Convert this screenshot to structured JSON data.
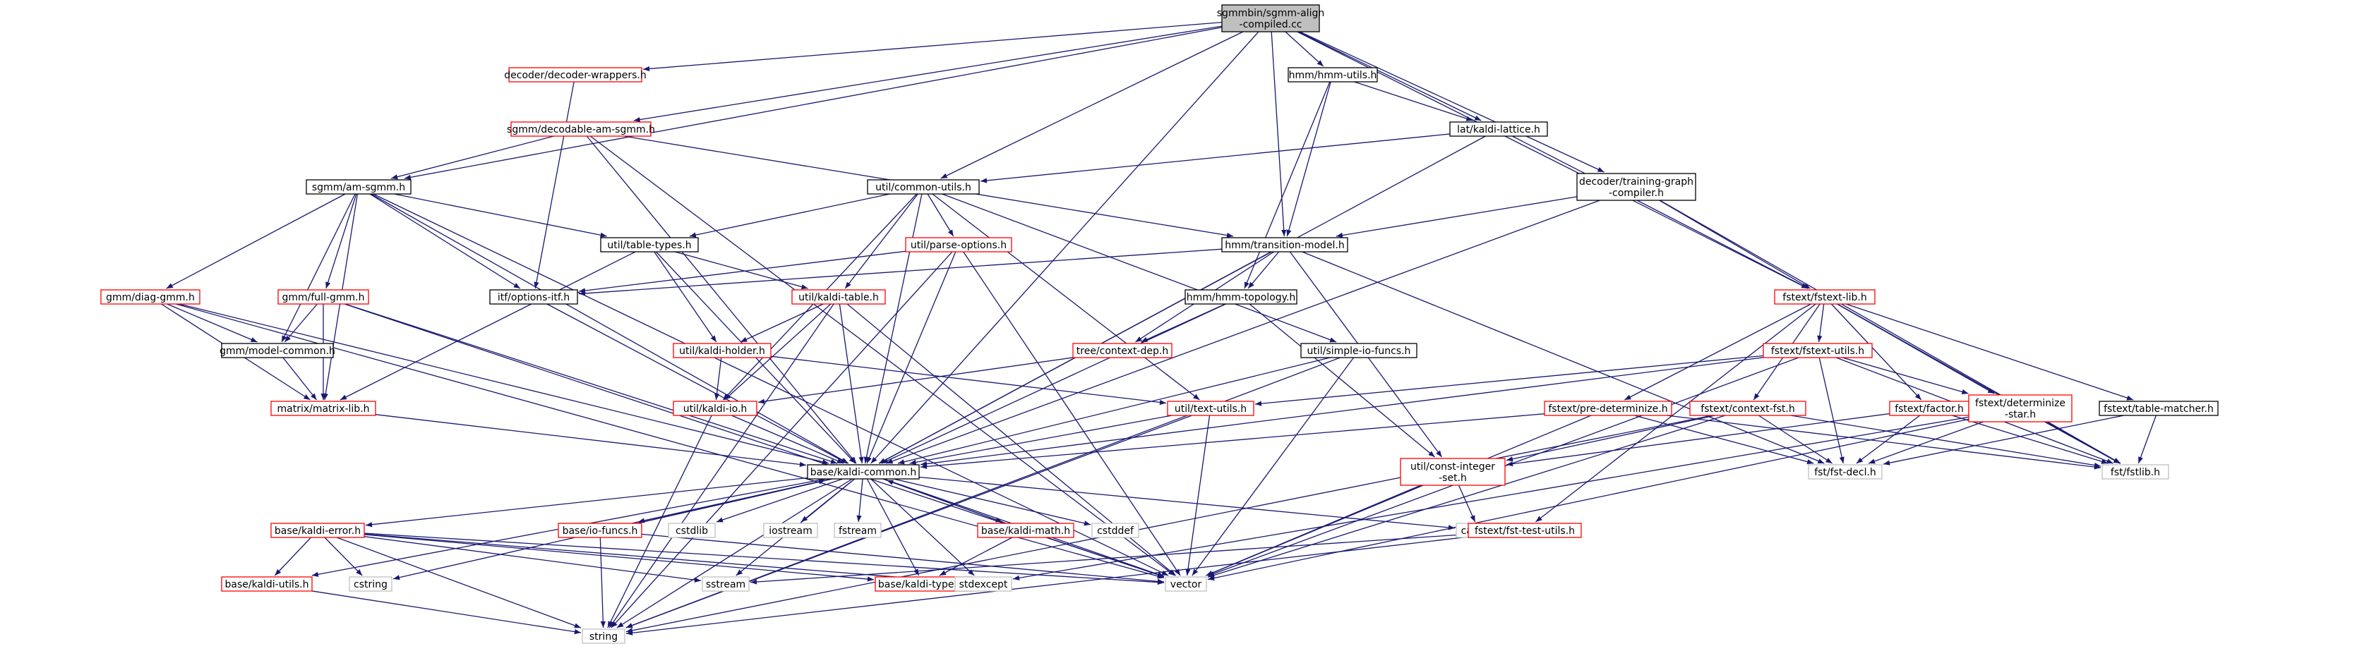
{
  "colors": {
    "edge": "#191970",
    "root_fill": "#bfbfbf",
    "root_border": "#000000",
    "documented_border": "#000000",
    "undocumented_border": "#ff0000",
    "system_border": "#bfbfbf",
    "label": "#000000"
  },
  "nodes": [
    {
      "id": "root",
      "lines": [
        "sgmmbin/sgmm-align",
        "-compiled.cc"
      ],
      "kind": "root"
    },
    {
      "id": "decwrap",
      "lines": [
        "decoder/decoder-wrappers.h"
      ],
      "kind": "undoc"
    },
    {
      "id": "hmmutils",
      "lines": [
        "hmm/hmm-utils.h"
      ],
      "kind": "doc"
    },
    {
      "id": "decamsgmm",
      "lines": [
        "sgmm/decodable-am-sgmm.h"
      ],
      "kind": "undoc"
    },
    {
      "id": "lattice",
      "lines": [
        "lat/kaldi-lattice.h"
      ],
      "kind": "doc"
    },
    {
      "id": "amsgmm",
      "lines": [
        "sgmm/am-sgmm.h"
      ],
      "kind": "doc"
    },
    {
      "id": "commonutils",
      "lines": [
        "util/common-utils.h"
      ],
      "kind": "doc"
    },
    {
      "id": "tgc",
      "lines": [
        "decoder/training-graph",
        "-compiler.h"
      ],
      "kind": "doc"
    },
    {
      "id": "tabletypes",
      "lines": [
        "util/table-types.h"
      ],
      "kind": "doc"
    },
    {
      "id": "parseopts",
      "lines": [
        "util/parse-options.h"
      ],
      "kind": "undoc"
    },
    {
      "id": "transmodel",
      "lines": [
        "hmm/transition-model.h"
      ],
      "kind": "doc"
    },
    {
      "id": "diaggmm",
      "lines": [
        "gmm/diag-gmm.h"
      ],
      "kind": "undoc"
    },
    {
      "id": "fullgmm",
      "lines": [
        "gmm/full-gmm.h"
      ],
      "kind": "undoc"
    },
    {
      "id": "optionsitf",
      "lines": [
        "itf/options-itf.h"
      ],
      "kind": "doc"
    },
    {
      "id": "kalditable",
      "lines": [
        "util/kaldi-table.h"
      ],
      "kind": "undoc"
    },
    {
      "id": "hmmtopo",
      "lines": [
        "hmm/hmm-topology.h"
      ],
      "kind": "doc"
    },
    {
      "id": "fstextlib",
      "lines": [
        "fstext/fstext-lib.h"
      ],
      "kind": "undoc"
    },
    {
      "id": "modelcommon",
      "lines": [
        "gmm/model-common.h"
      ],
      "kind": "doc"
    },
    {
      "id": "kaldiholder",
      "lines": [
        "util/kaldi-holder.h"
      ],
      "kind": "undoc"
    },
    {
      "id": "contextdep",
      "lines": [
        "tree/context-dep.h"
      ],
      "kind": "undoc"
    },
    {
      "id": "simpleio",
      "lines": [
        "util/simple-io-funcs.h"
      ],
      "kind": "doc"
    },
    {
      "id": "fstextutils",
      "lines": [
        "fstext/fstext-utils.h"
      ],
      "kind": "undoc"
    },
    {
      "id": "matrixlib",
      "lines": [
        "matrix/matrix-lib.h"
      ],
      "kind": "undoc"
    },
    {
      "id": "kaldiio",
      "lines": [
        "util/kaldi-io.h"
      ],
      "kind": "undoc"
    },
    {
      "id": "textutils",
      "lines": [
        "util/text-utils.h"
      ],
      "kind": "undoc"
    },
    {
      "id": "predet",
      "lines": [
        "fstext/pre-determinize.h"
      ],
      "kind": "undoc"
    },
    {
      "id": "contextfst",
      "lines": [
        "fstext/context-fst.h"
      ],
      "kind": "undoc"
    },
    {
      "id": "factor",
      "lines": [
        "fstext/factor.h"
      ],
      "kind": "undoc"
    },
    {
      "id": "determinize",
      "lines": [
        "fstext/determinize",
        "-star.h"
      ],
      "kind": "undoc"
    },
    {
      "id": "tablematcher",
      "lines": [
        "fstext/table-matcher.h"
      ],
      "kind": "doc"
    },
    {
      "id": "kaldicommon",
      "lines": [
        "base/kaldi-common.h"
      ],
      "kind": "doc"
    },
    {
      "id": "constint",
      "lines": [
        "util/const-integer",
        "-set.h"
      ],
      "kind": "undoc"
    },
    {
      "id": "fstdecl",
      "lines": [
        "fst/fst-decl.h"
      ],
      "kind": "sys"
    },
    {
      "id": "fstlib",
      "lines": [
        "fst/fstlib.h"
      ],
      "kind": "sys"
    },
    {
      "id": "kaldierror",
      "lines": [
        "base/kaldi-error.h"
      ],
      "kind": "undoc"
    },
    {
      "id": "iofuncs",
      "lines": [
        "base/io-funcs.h"
      ],
      "kind": "undoc"
    },
    {
      "id": "cstdlib",
      "lines": [
        "cstdlib"
      ],
      "kind": "sys"
    },
    {
      "id": "iostream",
      "lines": [
        "iostream"
      ],
      "kind": "sys"
    },
    {
      "id": "fstream",
      "lines": [
        "fstream"
      ],
      "kind": "sys"
    },
    {
      "id": "kaldimath",
      "lines": [
        "base/kaldi-math.h"
      ],
      "kind": "undoc"
    },
    {
      "id": "cstddef",
      "lines": [
        "cstddef"
      ],
      "kind": "sys"
    },
    {
      "id": "cassert",
      "lines": [
        "cassert"
      ],
      "kind": "sys"
    },
    {
      "id": "fsttestutils",
      "lines": [
        "fstext/fst-test-utils.h"
      ],
      "kind": "undoc"
    },
    {
      "id": "kaldiutils",
      "lines": [
        "base/kaldi-utils.h"
      ],
      "kind": "undoc"
    },
    {
      "id": "cstring",
      "lines": [
        "cstring"
      ],
      "kind": "sys"
    },
    {
      "id": "sstream",
      "lines": [
        "sstream"
      ],
      "kind": "sys"
    },
    {
      "id": "kalditypes",
      "lines": [
        "base/kaldi-types.h"
      ],
      "kind": "undoc"
    },
    {
      "id": "stdexcept",
      "lines": [
        "stdexcept"
      ],
      "kind": "sys"
    },
    {
      "id": "vector",
      "lines": [
        "vector"
      ],
      "kind": "sys"
    },
    {
      "id": "string",
      "lines": [
        "string"
      ],
      "kind": "sys"
    }
  ],
  "edges": [
    [
      "root",
      "decwrap"
    ],
    [
      "root",
      "hmmutils"
    ],
    [
      "root",
      "decamsgmm"
    ],
    [
      "root",
      "lattice"
    ],
    [
      "root",
      "amsgmm"
    ],
    [
      "root",
      "commonutils"
    ],
    [
      "root",
      "tgc"
    ],
    [
      "root",
      "transmodel"
    ],
    [
      "root",
      "fstextlib"
    ],
    [
      "root",
      "kaldicommon"
    ],
    [
      "decwrap",
      "optionsitf"
    ],
    [
      "hmmutils",
      "lattice"
    ],
    [
      "hmmutils",
      "transmodel"
    ],
    [
      "hmmutils",
      "hmmtopo"
    ],
    [
      "decamsgmm",
      "amsgmm"
    ],
    [
      "decamsgmm",
      "transmodel"
    ],
    [
      "decamsgmm",
      "kaldicommon"
    ],
    [
      "decamsgmm",
      "vector"
    ],
    [
      "lattice",
      "commonutils"
    ],
    [
      "lattice",
      "fstextlib"
    ],
    [
      "lattice",
      "kaldicommon"
    ],
    [
      "amsgmm",
      "tabletypes"
    ],
    [
      "amsgmm",
      "diaggmm"
    ],
    [
      "amsgmm",
      "fullgmm"
    ],
    [
      "amsgmm",
      "modelcommon"
    ],
    [
      "amsgmm",
      "matrixlib"
    ],
    [
      "amsgmm",
      "optionsitf"
    ],
    [
      "amsgmm",
      "kaldicommon"
    ],
    [
      "amsgmm",
      "vector"
    ],
    [
      "commonutils",
      "tabletypes"
    ],
    [
      "commonutils",
      "parseopts"
    ],
    [
      "commonutils",
      "kalditable"
    ],
    [
      "commonutils",
      "kaldiio"
    ],
    [
      "commonutils",
      "simpleio"
    ],
    [
      "commonutils",
      "textutils"
    ],
    [
      "commonutils",
      "kaldicommon"
    ],
    [
      "tgc",
      "transmodel"
    ],
    [
      "tgc",
      "fstextlib"
    ],
    [
      "tgc",
      "kaldicommon"
    ],
    [
      "tgc",
      "fstlib"
    ],
    [
      "tabletypes",
      "kalditable"
    ],
    [
      "tabletypes",
      "kaldiholder"
    ],
    [
      "tabletypes",
      "matrixlib"
    ],
    [
      "tabletypes",
      "kaldicommon"
    ],
    [
      "parseopts",
      "optionsitf"
    ],
    [
      "parseopts",
      "kaldicommon"
    ],
    [
      "parseopts",
      "vector"
    ],
    [
      "parseopts",
      "string"
    ],
    [
      "transmodel",
      "hmmtopo"
    ],
    [
      "transmodel",
      "contextdep"
    ],
    [
      "transmodel",
      "constint"
    ],
    [
      "transmodel",
      "optionsitf"
    ],
    [
      "transmodel",
      "kaldicommon"
    ],
    [
      "transmodel",
      "fstdecl"
    ],
    [
      "diaggmm",
      "modelcommon"
    ],
    [
      "diaggmm",
      "matrixlib"
    ],
    [
      "diaggmm",
      "kaldicommon"
    ],
    [
      "diaggmm",
      "vector"
    ],
    [
      "fullgmm",
      "modelcommon"
    ],
    [
      "fullgmm",
      "matrixlib"
    ],
    [
      "fullgmm",
      "kaldicommon"
    ],
    [
      "fullgmm",
      "vector"
    ],
    [
      "optionsitf",
      "kaldicommon"
    ],
    [
      "kalditable",
      "kaldiholder"
    ],
    [
      "kalditable",
      "kaldiio"
    ],
    [
      "kalditable",
      "kaldicommon"
    ],
    [
      "kalditable",
      "vector"
    ],
    [
      "kalditable",
      "string"
    ],
    [
      "hmmtopo",
      "contextdep"
    ],
    [
      "hmmtopo",
      "kaldicommon"
    ],
    [
      "hmmtopo",
      "constint"
    ],
    [
      "fstextlib",
      "fstextutils"
    ],
    [
      "fstextlib",
      "predet"
    ],
    [
      "fstextlib",
      "contextfst"
    ],
    [
      "fstextlib",
      "factor"
    ],
    [
      "fstextlib",
      "determinize"
    ],
    [
      "fstextlib",
      "tablematcher"
    ],
    [
      "fstextlib",
      "fsttestutils"
    ],
    [
      "fstextlib",
      "fstlib"
    ],
    [
      "modelcommon",
      "matrixlib"
    ],
    [
      "kaldiholder",
      "kaldiio"
    ],
    [
      "kaldiholder",
      "textutils"
    ],
    [
      "contextdep",
      "kaldiio"
    ],
    [
      "simpleio",
      "kaldicommon"
    ],
    [
      "simpleio",
      "vector"
    ],
    [
      "simpleio",
      "string"
    ],
    [
      "fstextutils",
      "textutils"
    ],
    [
      "fstextutils",
      "determinize"
    ],
    [
      "fstextutils",
      "fstdecl"
    ],
    [
      "fstextutils",
      "fstlib"
    ],
    [
      "fstextutils",
      "kaldicommon"
    ],
    [
      "fstextutils",
      "vector"
    ],
    [
      "matrixlib",
      "kaldicommon"
    ],
    [
      "kaldiio",
      "kaldicommon"
    ],
    [
      "kaldiio",
      "string"
    ],
    [
      "textutils",
      "kaldicommon"
    ],
    [
      "textutils",
      "vector"
    ],
    [
      "textutils",
      "string"
    ],
    [
      "predet",
      "kaldicommon"
    ],
    [
      "predet",
      "fstdecl"
    ],
    [
      "predet",
      "fstlib"
    ],
    [
      "predet",
      "vector"
    ],
    [
      "contextfst",
      "constint"
    ],
    [
      "contextfst",
      "fstdecl"
    ],
    [
      "contextfst",
      "fstlib"
    ],
    [
      "contextfst",
      "vector"
    ],
    [
      "contextfst",
      "string"
    ],
    [
      "factor",
      "fstdecl"
    ],
    [
      "factor",
      "fstlib"
    ],
    [
      "factor",
      "constint"
    ],
    [
      "determinize",
      "fstdecl"
    ],
    [
      "determinize",
      "fstlib"
    ],
    [
      "determinize",
      "vector"
    ],
    [
      "determinize",
      "stdexcept"
    ],
    [
      "tablematcher",
      "fstdecl"
    ],
    [
      "tablematcher",
      "fstlib"
    ],
    [
      "constint",
      "cassert"
    ],
    [
      "constint",
      "vector"
    ],
    [
      "fsttestutils",
      "sstream"
    ],
    [
      "fsttestutils",
      "string"
    ],
    [
      "kaldicommon",
      "kaldierror"
    ],
    [
      "kaldicommon",
      "iofuncs"
    ],
    [
      "kaldicommon",
      "cstdlib"
    ],
    [
      "kaldicommon",
      "iostream"
    ],
    [
      "kaldicommon",
      "fstream"
    ],
    [
      "kaldicommon",
      "kaldimath"
    ],
    [
      "kaldicommon",
      "cstddef"
    ],
    [
      "kaldicommon",
      "cassert"
    ],
    [
      "kaldicommon",
      "kaldiutils"
    ],
    [
      "kaldicommon",
      "cstring"
    ],
    [
      "kaldicommon",
      "sstream"
    ],
    [
      "kaldicommon",
      "kalditypes"
    ],
    [
      "kaldicommon",
      "stdexcept"
    ],
    [
      "kaldicommon",
      "vector"
    ],
    [
      "kaldicommon",
      "string"
    ],
    [
      "kaldierror",
      "kaldiutils"
    ],
    [
      "kaldierror",
      "cstring"
    ],
    [
      "kaldierror",
      "sstream"
    ],
    [
      "kaldierror",
      "stdexcept"
    ],
    [
      "kaldierror",
      "vector"
    ],
    [
      "kaldierror",
      "string"
    ],
    [
      "kaldierror",
      "kalditypes"
    ],
    [
      "iofuncs",
      "kaldicommon"
    ],
    [
      "iofuncs",
      "string"
    ],
    [
      "iofuncs",
      "vector"
    ],
    [
      "kaldimath",
      "kaldicommon"
    ],
    [
      "kaldimath",
      "kalditypes"
    ],
    [
      "kaldimath",
      "vector"
    ],
    [
      "kaldiutils",
      "string"
    ]
  ]
}
